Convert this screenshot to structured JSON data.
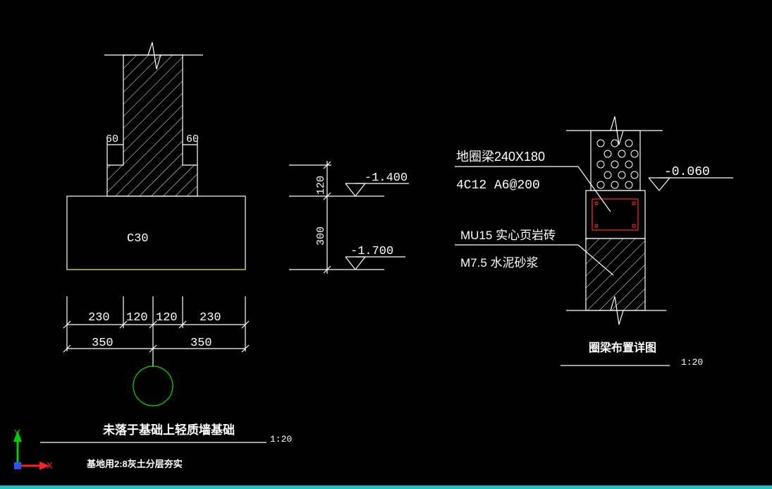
{
  "left_detail": {
    "offset_left": "60",
    "offset_right": "60",
    "concrete_grade": "C30",
    "dims_row1": [
      "230",
      "120",
      "120",
      "230"
    ],
    "dims_row2": [
      "350",
      "350"
    ],
    "title": "未落于基础上轻质墙基础",
    "scale": "1:20",
    "note": "基地用2:8灰土分层夯实"
  },
  "mid_detail": {
    "level_top": "-1.400",
    "level_bottom": "-1.700",
    "dim_top": "120",
    "dim_bottom": "300"
  },
  "right_detail": {
    "beam_label": "地圈梁240X180",
    "rebar_label": "4C12 A6@200",
    "level": "-0.060",
    "brick_label": "MU15 实心页岩砖",
    "mortar_label": "M7.5 水泥砂浆",
    "title": "圈梁布置详图",
    "scale": "1:20"
  },
  "ucs": {
    "y_axis": "Y",
    "x_axis": "X"
  },
  "colors": {
    "line": "#ffffff",
    "rebar": "#ff2a2a",
    "circle": "#00e000",
    "base_line": "#e0d000",
    "ucs_y": "#00d000",
    "ucs_x": "#ff2020",
    "ucs_origin": "#3050ff",
    "bottom_bar": "#20c0c0"
  }
}
